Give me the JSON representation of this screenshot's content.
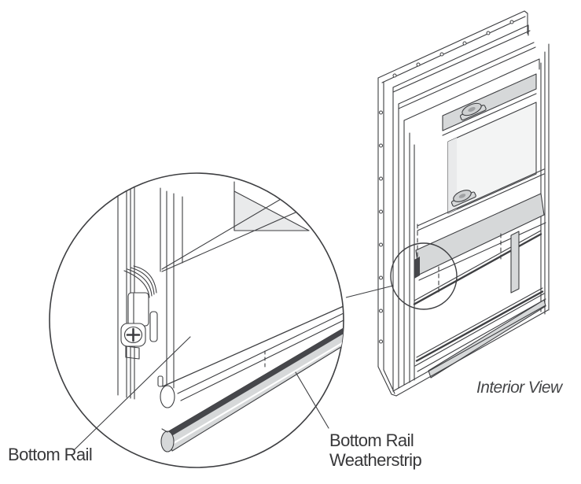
{
  "labels": {
    "bottom_rail": "Bottom Rail",
    "bottom_rail_weatherstrip": {
      "line1": "Bottom Rail",
      "line2": "Weatherstrip"
    },
    "view_caption": "Interior View"
  },
  "colors": {
    "line": "#3e3f42",
    "rail_shade": "#d6d8d9",
    "dark_stripe": "#46474b",
    "text": "#38383a",
    "background": "#ffffff"
  }
}
